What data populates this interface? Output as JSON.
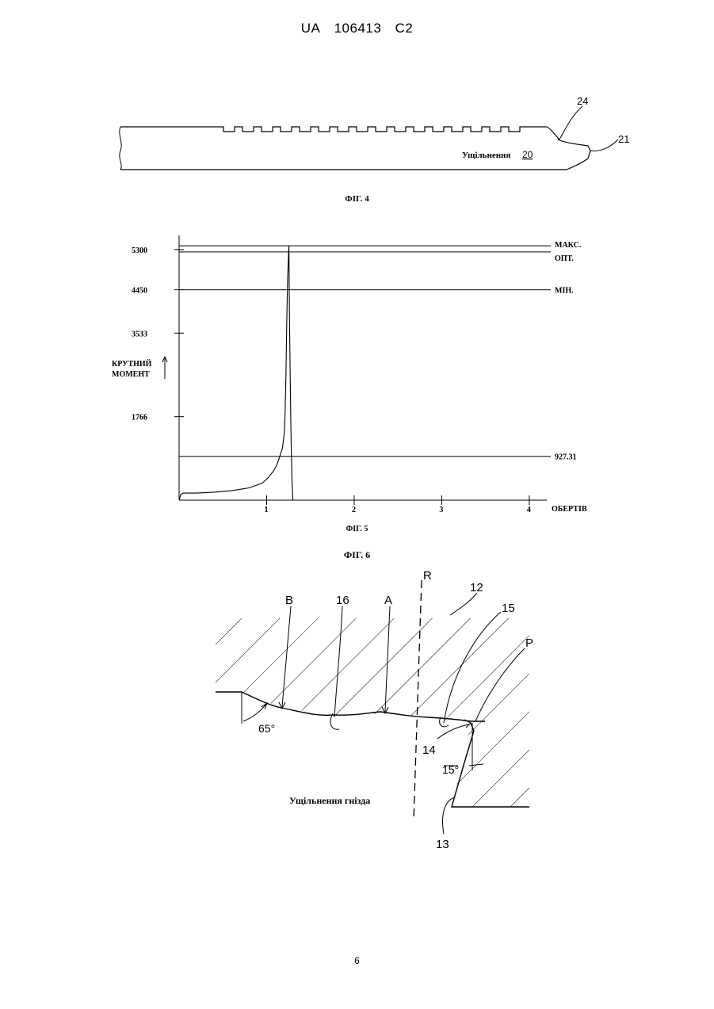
{
  "header": {
    "office": "UA",
    "number": "106413",
    "kind": "C2"
  },
  "fig4": {
    "caption": "ФІГ. 4",
    "label_text": "Ущільнення",
    "label_ref": "20",
    "refs": [
      "24",
      "21"
    ]
  },
  "fig5": {
    "caption": "ФІГ. 5",
    "chart_data": {
      "type": "line",
      "xlabel": "ОБЕРТІВ",
      "ylabel": "КРУТНИЙ МОМЕНТ",
      "x_ticks": [
        "1",
        "2",
        "3",
        "4"
      ],
      "y_ticks": [
        "1766",
        "3533",
        "4450",
        "5300"
      ],
      "xlim": [
        0,
        4.2
      ],
      "ylim": [
        0,
        5600
      ],
      "reference_lines": [
        {
          "label": "МАКС.",
          "value": 5380
        },
        {
          "label": "ОПТ.",
          "value": 5250
        },
        {
          "label": "МІН.",
          "value": 4450
        },
        {
          "label": "927.31",
          "value": 927.31
        }
      ],
      "series": [
        {
          "x": [
            0.0,
            0.02,
            0.05,
            0.2,
            0.4,
            0.6,
            0.8,
            0.95,
            1.02,
            1.08,
            1.12,
            1.15,
            1.18,
            1.2,
            1.21,
            1.22,
            1.23,
            1.24,
            1.25,
            1.255,
            1.26,
            1.27,
            1.28,
            1.29,
            1.3
          ],
          "y": [
            0,
            120,
            150,
            150,
            170,
            200,
            260,
            360,
            480,
            620,
            760,
            920,
            1100,
            1400,
            1800,
            2600,
            3800,
            4700,
            5200,
            5380,
            4000,
            2500,
            1200,
            400,
            0
          ]
        }
      ]
    }
  },
  "fig6": {
    "caption": "ФІГ. 6",
    "labels": [
      "R",
      "B",
      "16",
      "A",
      "12",
      "15",
      "P",
      "14",
      "15°",
      "65°",
      "13"
    ],
    "seal_text": "Ущільнення гнізда"
  },
  "footer": {
    "page_number": "6"
  }
}
